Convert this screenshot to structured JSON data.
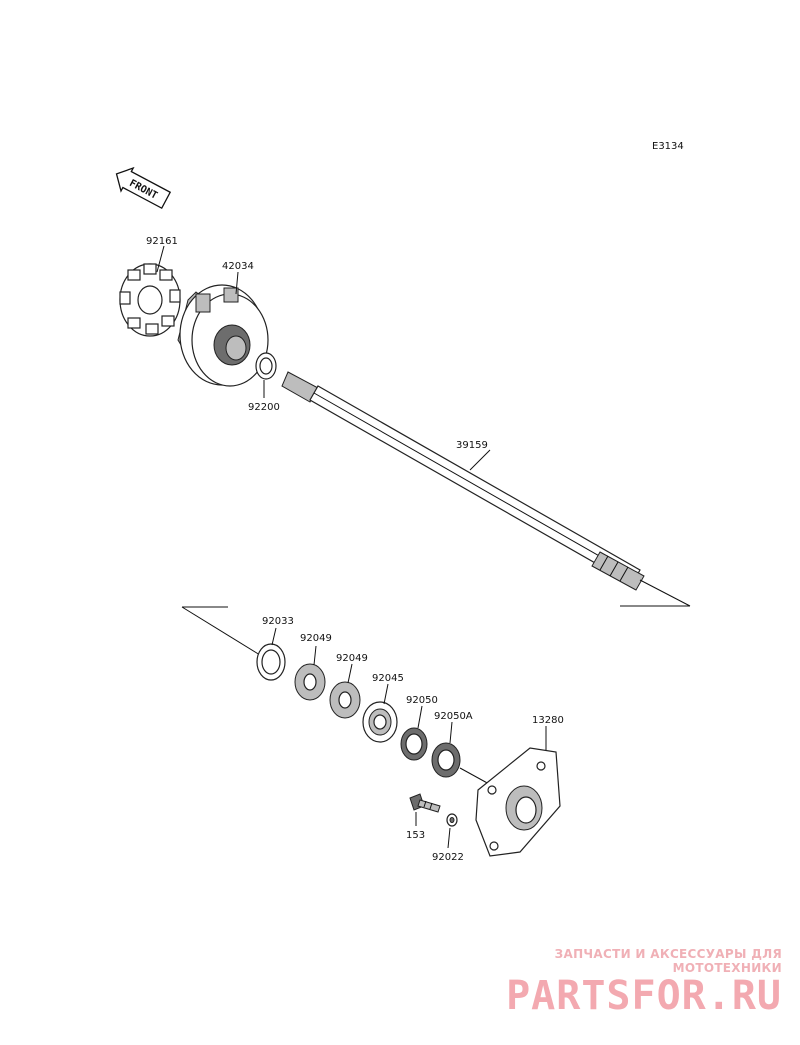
{
  "diagram_code": "E3134",
  "front_label": "FRONT",
  "parts": {
    "p92161": "92161",
    "p42034": "42034",
    "p92200": "92200",
    "p39159": "39159",
    "p92033": "92033",
    "p92049a": "92049",
    "p92049b": "92049",
    "p92045": "92045",
    "p92050": "92050",
    "p92050A": "92050A",
    "p13280": "13280",
    "p153": "153",
    "p92022": "92022"
  },
  "watermark": {
    "subtitle": "ЗАПЧАСТИ И АКСЕССУАРЫ ДЛЯ МОТОТЕХНИКИ",
    "brand": "PARTSFOR.RU"
  }
}
